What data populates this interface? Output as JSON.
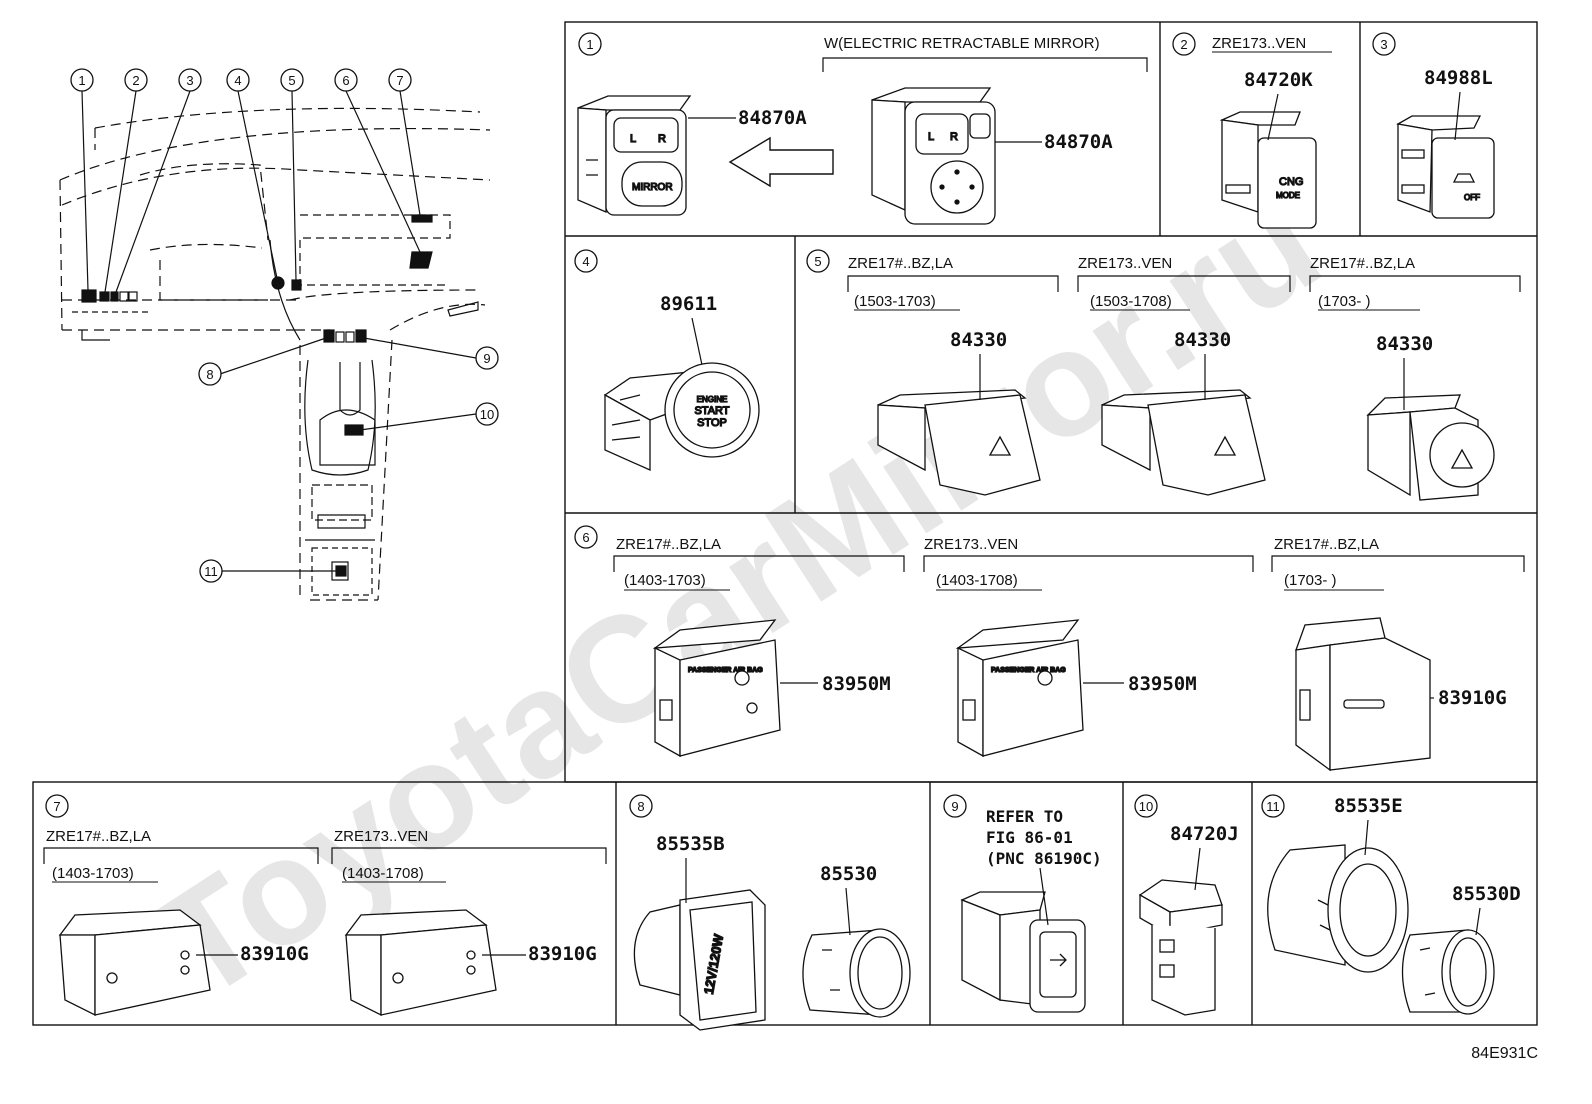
{
  "figure_code": "84E931C",
  "watermark": "ToyotaCarMirror.ru",
  "callouts": [
    "1",
    "2",
    "3",
    "4",
    "5",
    "6",
    "7",
    "8",
    "9",
    "10",
    "11"
  ],
  "panels": {
    "p1": {
      "num": "1",
      "note": "W(ELECTRIC RETRACTABLE MIRROR)",
      "parts": [
        "84870A",
        "84870A"
      ],
      "labels": {
        "left": "L",
        "right": "R",
        "mirror": "MIRROR"
      }
    },
    "p2": {
      "num": "2",
      "cond": "ZRE173..VEN",
      "part": "84720K",
      "btn1": "CNG",
      "btn2": "MODE"
    },
    "p3": {
      "num": "3",
      "part": "84988L",
      "btn": "OFF"
    },
    "p4": {
      "num": "4",
      "part": "89611",
      "l1": "ENGINE",
      "l2": "START",
      "l3": "STOP"
    },
    "p5": {
      "num": "5",
      "groups": [
        {
          "cond": "ZRE17#..BZ,LA",
          "range": "(1503-1703)",
          "part": "84330"
        },
        {
          "cond": "ZRE173..VEN",
          "range": "(1503-1708)",
          "part": "84330"
        },
        {
          "cond": "ZRE17#..BZ,LA",
          "range": "(1703-     )",
          "part": "84330"
        }
      ]
    },
    "p6": {
      "num": "6",
      "airbag": "PASSENGER AIR BAG",
      "groups": [
        {
          "cond": "ZRE17#..BZ,LA",
          "range": "(1403-1703)",
          "part": "83950M"
        },
        {
          "cond": "ZRE173..VEN",
          "range": "(1403-1708)",
          "part": "83950M"
        },
        {
          "cond": "ZRE17#..BZ,LA",
          "range": "(1703-     )",
          "part": "83910G"
        }
      ]
    },
    "p7": {
      "num": "7",
      "groups": [
        {
          "cond": "ZRE17#..BZ,LA",
          "range": "(1403-1703)",
          "part": "83910G"
        },
        {
          "cond": "ZRE173..VEN",
          "range": "(1403-1708)",
          "part": "83910G"
        }
      ]
    },
    "p8": {
      "num": "8",
      "parts": [
        "85535B",
        "85530"
      ],
      "socket": "12V/120W"
    },
    "p9": {
      "num": "9",
      "ref1": "REFER TO",
      "ref2": "FIG 86-01",
      "ref3": "(PNC 86190C)"
    },
    "p10": {
      "num": "10",
      "part": "84720J"
    },
    "p11": {
      "num": "11",
      "parts": [
        "85535E",
        "85530D"
      ]
    }
  }
}
